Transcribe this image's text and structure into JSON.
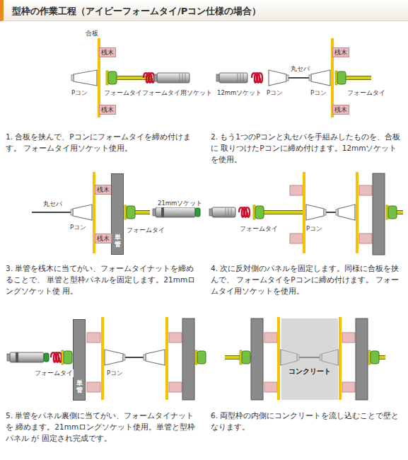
{
  "diagram": {
    "title": "型枠の作業工程（アイビーフォームタイ/Pコン仕様の場合）",
    "nodes": [
      {
        "text": [
          "桟木"
        ]
      },
      {
        "text": [
          "桟木"
        ]
      },
      {
        "text": [
          "桟木"
        ]
      },
      {
        "text": [
          "桟木"
        ]
      },
      {
        "text": [
          "桟木"
        ]
      },
      {
        "text": [
          "単管"
        ]
      },
      {
        "text": [
          "桟木"
        ]
      },
      {
        "text": [
          "単管"
        ]
      },
      {
        "text": [
          "コンクリート"
        ]
      }
    ],
    "labels": [
      "合板",
      "Pコン",
      "フォームタイ",
      "フォームタイ用ソケット",
      "丸セパ",
      "12mmソケット",
      "Pコン",
      "Pコン",
      "フォームタイ",
      "1. 合板を挟んで、Pコンにフォームタイを締め付けます。 フォームタイ用ソケット使用。",
      "2. もう1つのPコンと丸セパを手組みしたものを、合板に 取りつけたPコンに締め付けます。12mmソケットを使用。",
      "丸セパ",
      "Pコン",
      "フォームタイ",
      "21mmソケット",
      "フォームタイ",
      "Pコン",
      "3. 単管を桟木に当てがい、フォームタイナットを締めることで、 単管と型枠パネルを固定します。21mmロングソケット使 用。",
      "4. 次に反対側のパネルを固定します。同様に合板を挟んで、 フォームタイをPコンに締め付けます。 フォームタイ用ソケットを使用。",
      "フォームタイ",
      "Pコン",
      "5. 単管をパネル裏側に当てがい、フォームタイナットを 締めます。21mmロングソケット使用。単管と型枠パネル が 固定され完成です。",
      "6. 両型枠の内側にコンクリートを流し込むことで壁となります。"
    ]
  }
}
